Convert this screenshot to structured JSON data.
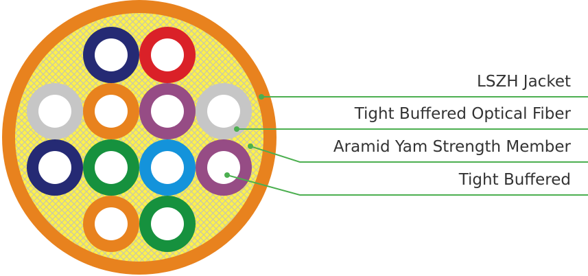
{
  "callouts": [
    {
      "label": "LSZH Jacket"
    },
    {
      "label": "Tight Buffered Optical Fiber"
    },
    {
      "label": "Aramid Yam Strength Member"
    },
    {
      "label": "Tight Buffered"
    }
  ],
  "colors": {
    "jacket": "#E8821E",
    "yarn_fill": "#FFF14A",
    "yarn_mesh": "#C9C9A8",
    "leader_line": "#4CAF50",
    "fiber_core": "#FFFFFF"
  },
  "fibers": [
    {
      "color_name": "navy",
      "color": "#252A74"
    },
    {
      "color_name": "red",
      "color": "#DA2128"
    },
    {
      "color_name": "light-gray",
      "color": "#C6C6C6"
    },
    {
      "color_name": "orange",
      "color": "#E8821E"
    },
    {
      "color_name": "purple",
      "color": "#964C85"
    },
    {
      "color_name": "light-gray",
      "color": "#C6C6C6"
    },
    {
      "color_name": "navy",
      "color": "#252A74"
    },
    {
      "color_name": "green",
      "color": "#16913E"
    },
    {
      "color_name": "blue",
      "color": "#1493DB"
    },
    {
      "color_name": "purple",
      "color": "#964C85"
    },
    {
      "color_name": "orange",
      "color": "#E8821E"
    },
    {
      "color_name": "green",
      "color": "#16913E"
    }
  ]
}
